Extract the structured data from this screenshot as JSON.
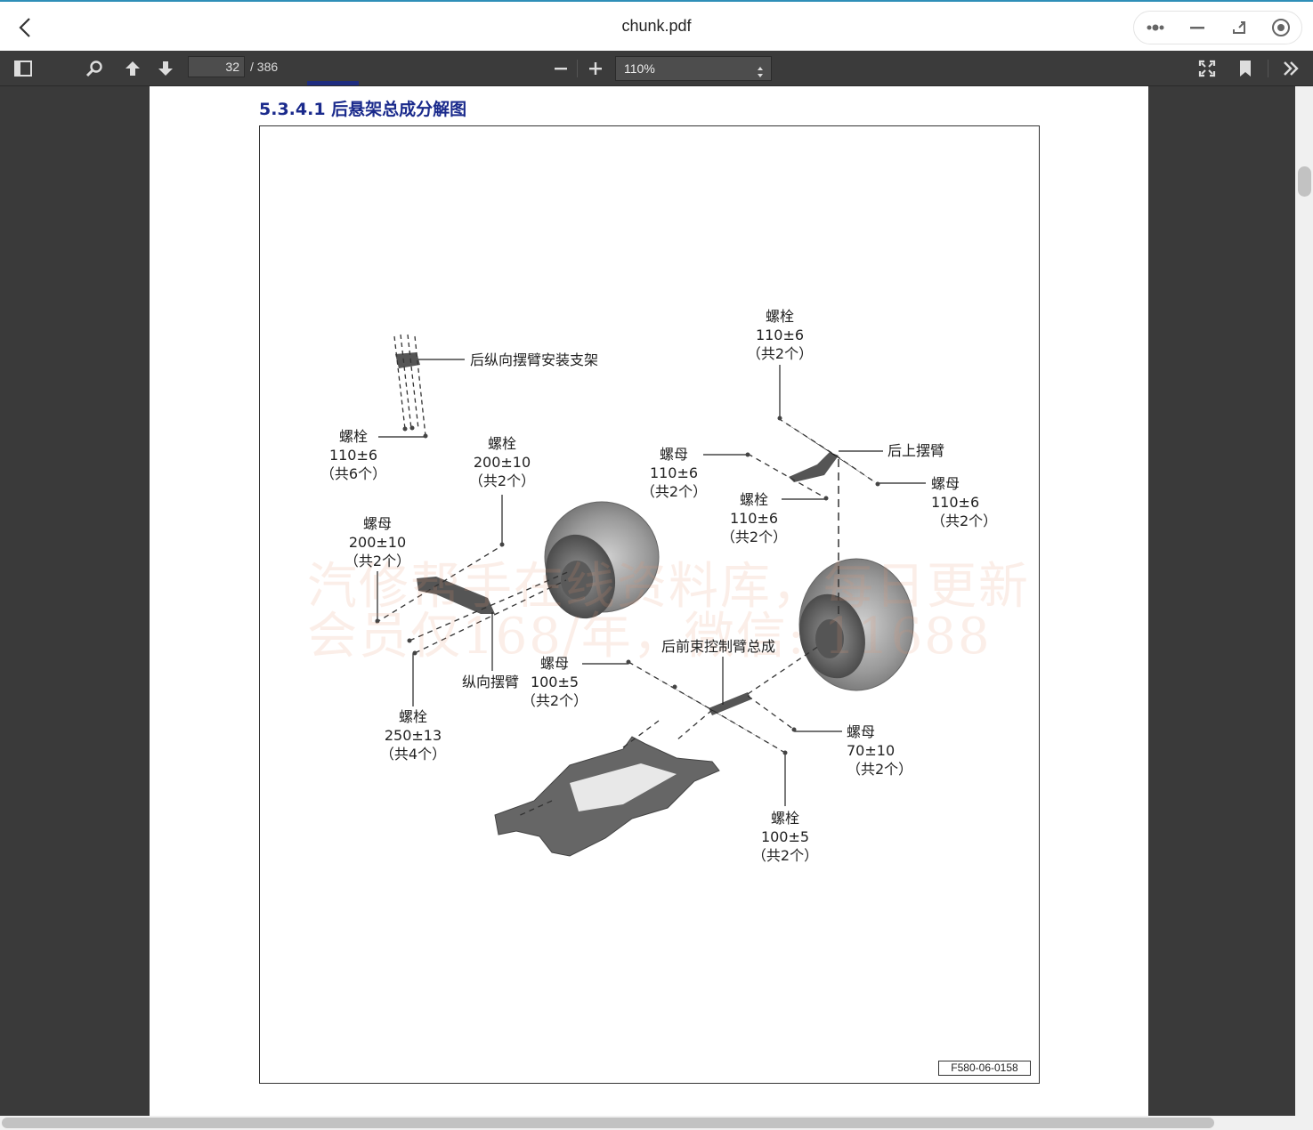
{
  "window": {
    "title": "chunk.pdf"
  },
  "toolbar": {
    "page_current": "32",
    "page_total": "/ 386",
    "zoom": "110%"
  },
  "page": {
    "section_title": "5.3.4.1 后悬架总成分解图",
    "figure_code": "F580-06-0158",
    "watermark_line1": "汽修帮手在线资料库，每日更新",
    "watermark_line2": "会员仅168/年，微信: 11688",
    "labels": {
      "bracket": "后纵向摆臂安装支架",
      "bolt_top_left": "螺栓\n110±6\n（共6个）",
      "bolt_200": "螺栓\n200±10\n（共2个）",
      "nut_200": "螺母\n200±10\n（共2个）",
      "trailing_arm": "纵向摆臂",
      "bolt_250": "螺栓\n250±13\n（共4个）",
      "nut_100": "螺母\n100±5\n（共2个）",
      "toe_link": "后前束控制臂总成",
      "bolt_top_right": "螺栓\n110±6\n（共2个）",
      "upper_arm": "后上摆臂",
      "nut_110_left": "螺母\n110±6\n（共2个）",
      "bolt_110_mid": "螺栓\n110±6\n（共2个）",
      "nut_110_right": "螺母\n110±6\n（共2个）",
      "nut_70": "螺母\n70±10\n（共2个）",
      "bolt_100": "螺栓\n100±5\n（共2个）"
    }
  }
}
